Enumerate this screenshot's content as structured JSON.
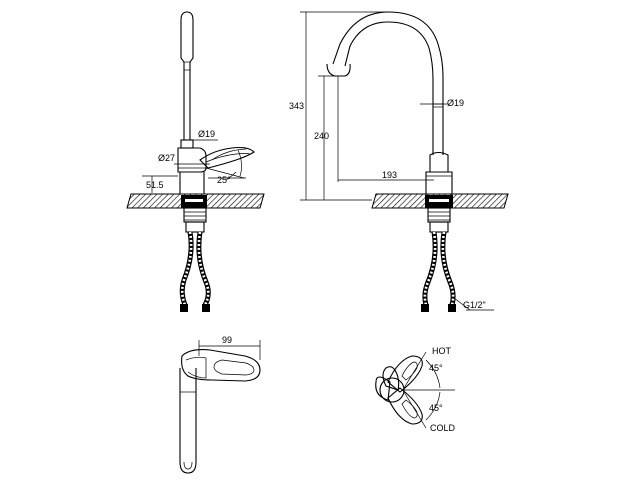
{
  "dimensions": {
    "side_pipe_diameter": "Ø19",
    "side_body_diameter": "Ø27",
    "side_deck_height": "51.5",
    "side_lever_angle": "25°",
    "total_height": "343",
    "spout_height": "240",
    "front_pipe_diameter": "Ø19",
    "spout_reach": "193",
    "hose_thread": "G1/2\"",
    "lever_length": "99",
    "hot_angle": "45°",
    "cold_angle": "45°"
  },
  "labels": {
    "hot": "HOT",
    "cold": "COLD"
  }
}
